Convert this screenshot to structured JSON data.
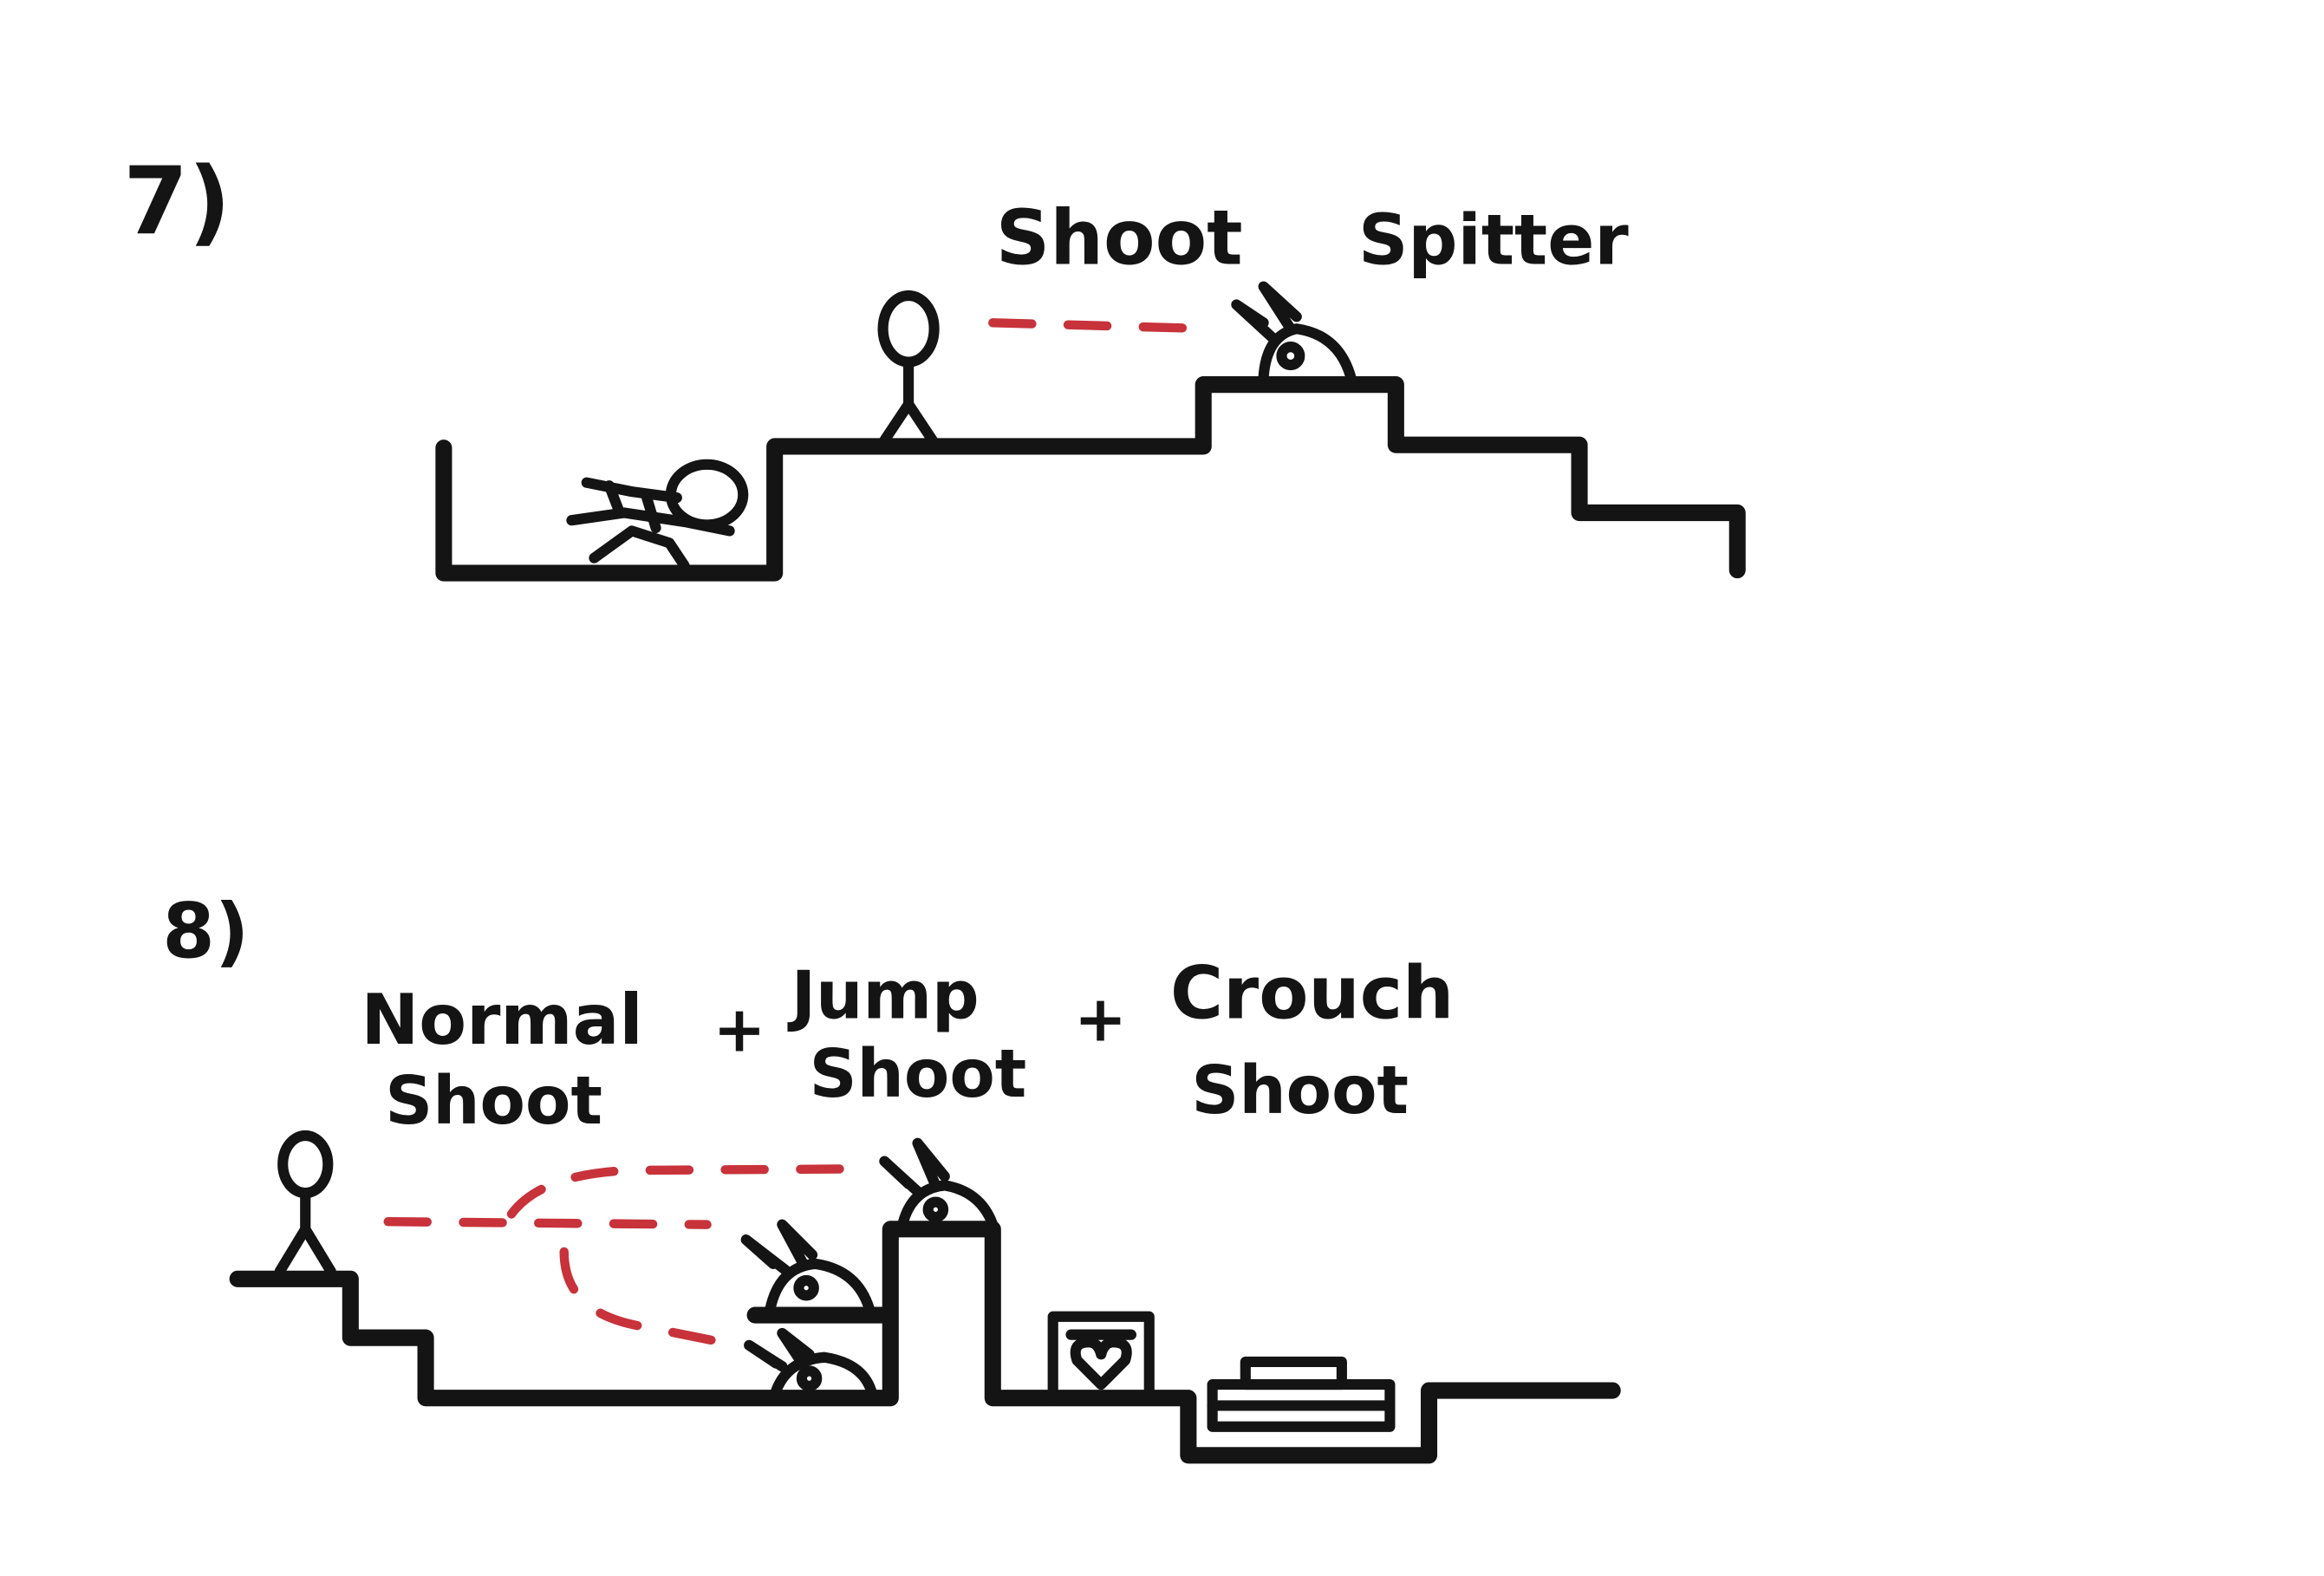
{
  "panels": [
    {
      "number": "7)",
      "labels": {
        "shoot": "Shoot",
        "spitter": "Spitter"
      }
    },
    {
      "number": "8)",
      "labels": {
        "normal_a": "Normal",
        "normal_b": "Shoot",
        "plus_1": "+",
        "jump_a": "Jump",
        "jump_b": "Shoot",
        "plus_2": "+",
        "crouch_a": "Crouch",
        "crouch_b": "Shoot"
      }
    }
  ],
  "colors": {
    "ink": "#141414",
    "shot_line": "#c8323a",
    "accent_letter": "#9e2a2b"
  }
}
